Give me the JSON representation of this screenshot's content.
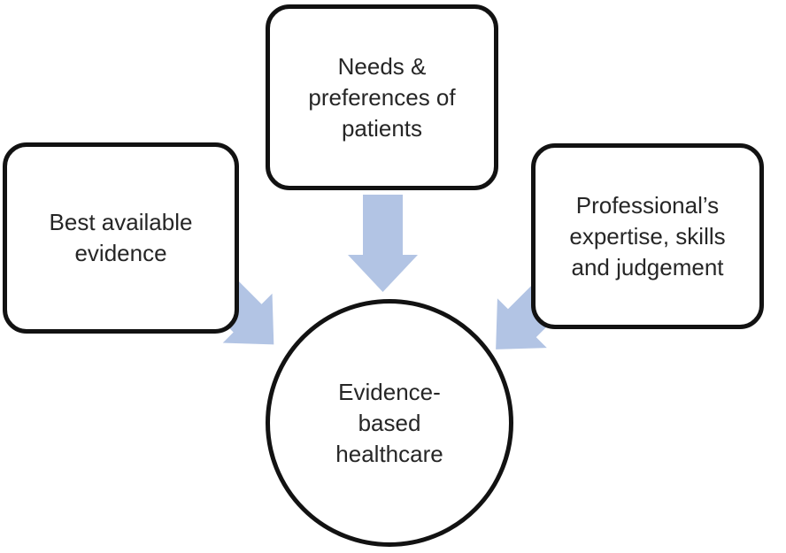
{
  "diagram": {
    "top_box": {
      "label": "Needs &\npreferences of\npatients"
    },
    "left_box": {
      "label": "Best available\nevidence"
    },
    "right_box": {
      "label": "Professional’s\nexpertise, skills\nand judgement"
    },
    "center_circle": {
      "label": "Evidence-\nbased\nhealthcare"
    },
    "arrows": [
      {
        "name": "top-to-center",
        "direction": "down"
      },
      {
        "name": "left-to-center",
        "direction": "down-right"
      },
      {
        "name": "right-to-center",
        "direction": "down-left"
      }
    ],
    "colors": {
      "arrow_fill": "#b2c4e4",
      "shape_outline": "#121212",
      "text": "#262626",
      "background": "#ffffff"
    }
  }
}
